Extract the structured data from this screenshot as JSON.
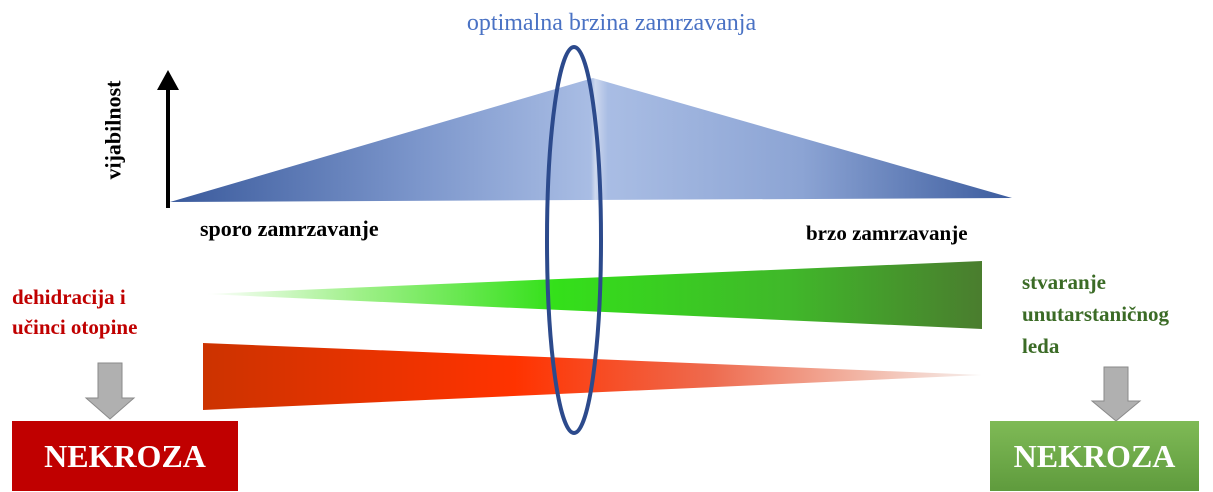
{
  "title": "optimalna brzina zamrzavanja",
  "axis": {
    "y_label": "vijabilnost"
  },
  "labels": {
    "slow": "sporo zamrzavanje",
    "fast": "brzo zamrzavanje"
  },
  "effects": {
    "left": [
      "dehidracija i",
      "učinci otopine"
    ],
    "right": [
      "stvaranje",
      "unutarstaničnog",
      "leda"
    ]
  },
  "outcomes": {
    "left": "NEKROZA",
    "right": "NEKROZA"
  },
  "colors": {
    "title": "#4a72c4",
    "viability_dark": "#3a5a9c",
    "viability_light": "#aec1e4",
    "ellipse": "#2c4a8c",
    "ice_green": "#34e01a",
    "ice_green_dark": "#4a7d2e",
    "solute_red": "#ff3300",
    "solute_red_dark": "#cc3300",
    "necrosis_red": "#c00000",
    "necrosis_green": "#6eaa4a",
    "arrow_gray": "#b0b0b0"
  }
}
